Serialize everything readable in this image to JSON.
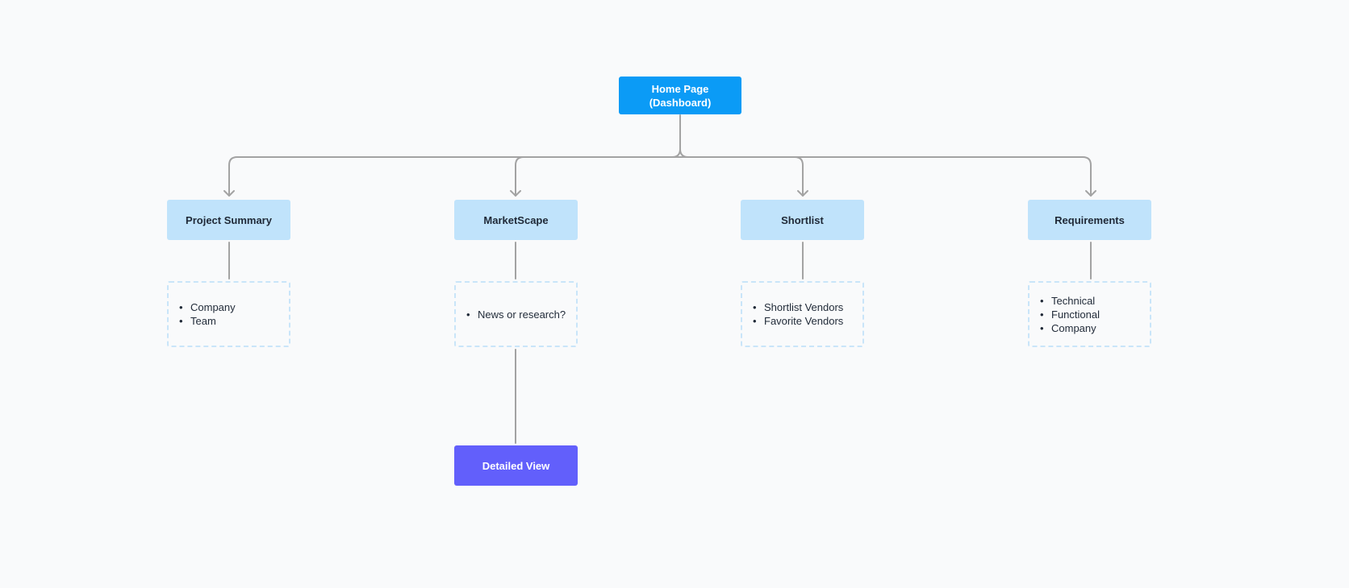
{
  "diagram": {
    "root": {
      "line1": "Home Page",
      "line2": "(Dashboard)"
    },
    "sections": [
      {
        "label": "Project Summary",
        "notes": [
          "Company",
          "Team"
        ]
      },
      {
        "label": "MarketScape",
        "notes": [
          "News or research?"
        ]
      },
      {
        "label": "Shortlist",
        "notes": [
          "Shortlist Vendors",
          "Favorite Vendors"
        ]
      },
      {
        "label": "Requirements",
        "notes": [
          "Technical",
          "Functional",
          "Company"
        ]
      }
    ],
    "detail": {
      "label": "Detailed View"
    }
  },
  "colors": {
    "root": "#0b9bf6",
    "section": "#c0e3fb",
    "detail": "#625ffb",
    "note_border": "#c9e5f9",
    "connector": "#a3a3a3",
    "background": "#f9fafb"
  }
}
